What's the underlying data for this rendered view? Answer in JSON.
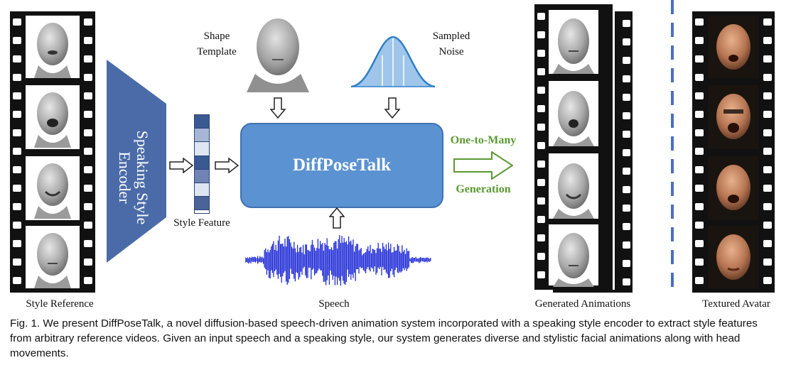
{
  "labels": {
    "style_reference": "Style Reference",
    "speaking_style_encoder": "Speaking Style Encoder",
    "encoder_line1": "Speaking Style",
    "encoder_line2": "Encoder",
    "style_feature": "Style Feature",
    "shape_template_line1": "Shape",
    "shape_template_line2": "Template",
    "sampled_noise_line1": "Sampled",
    "sampled_noise_line2": "Noise",
    "model_name": "DiffPoseTalk",
    "one_to_many": "One-to-Many",
    "generation": "Generation",
    "speech": "Speech",
    "generated_animations": "Generated Animations",
    "textured_avatar": "Textured Avatar"
  },
  "caption": {
    "line1": "Fig. 1.  We present DiffPoseTalk, a novel diffusion-based speech-driven animation system incorporated with a speaking style encoder to extract style features",
    "line2": "from arbitrary reference videos. Given an input speech and a speaking style, our system generates diverse and stylistic facial animations along with head",
    "line3": "movements."
  },
  "colors": {
    "encoder_fill": "#4a6ba8",
    "model_box": "#5b92d1",
    "generation_green": "#5b9a32",
    "speech_wave": "#1f2bd6",
    "noise_curve": "#2f7fc8",
    "divider": "#4a6fbf"
  },
  "style_feature_cells": [
    "#3a5892",
    "#a8b6d6",
    "#dfe5f1",
    "#3a5892",
    "#6f84b4",
    "#dfe5f1",
    "#4a6399"
  ]
}
